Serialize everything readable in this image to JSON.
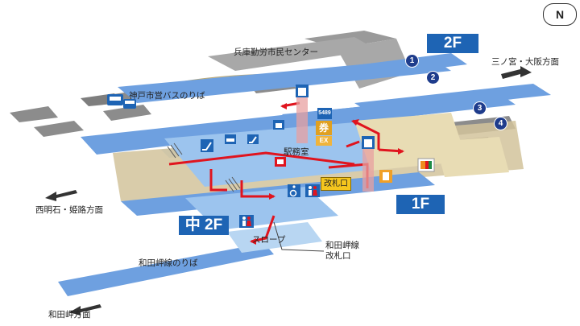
{
  "compass": {
    "letter": "N"
  },
  "floor_badges": {
    "f2": "2F",
    "f1": "1F",
    "mid2f": "中 2F"
  },
  "track_numbers": [
    "1",
    "2",
    "3",
    "4"
  ],
  "labels": {
    "civic_center": "兵庫勤労市民センター",
    "bus_stop": "神戸市営バスのりば",
    "to_sannomiya": "三ノ宮・大阪方面",
    "to_nishiakashi": "西明石・姫路方面",
    "to_wadamisaki": "和田岬方面",
    "wadamisaki_platform": "和田岬線のりば",
    "wadamisaki_gate_line1": "和田岬線",
    "wadamisaki_gate_line2": "改札口",
    "station_office": "駅務室",
    "ticket_gate": "改札口",
    "slope": "スロープ",
    "ticket_machine": "券",
    "ex_sign": "EX",
    "ticket_machine_badge": "5489"
  },
  "colors": {
    "floor_2f": "#6ea0e0",
    "floor_1f": "#9cc4ee",
    "floor_top": "#b8d6f2",
    "accent_blue": "#1e64b4",
    "track_circle": "#1e3c8c",
    "route_red": "#e0141e",
    "building_gray": "#8c8c8c",
    "platform_tan": "#d2c39b",
    "gate_yellow": "#f5c61e"
  },
  "icons": [
    "compass-icon",
    "bus-icon",
    "elevator-icon",
    "escalator-icon",
    "toilet-icon",
    "wheelchair-icon",
    "ticket-machine-icon",
    "convenience-store-icon",
    "coin-locker-icon",
    "direction-arrow-icon"
  ]
}
